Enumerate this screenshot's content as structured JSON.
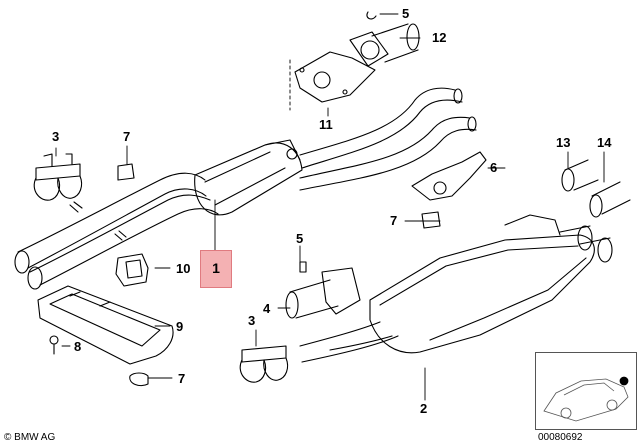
{
  "diagram": {
    "callouts": {
      "c1": "1",
      "c2": "2",
      "c3a": "3",
      "c3b": "3",
      "c4": "4",
      "c5a": "5",
      "c5b": "5",
      "c6": "6",
      "c7a": "7",
      "c7b": "7",
      "c7c": "7",
      "c8": "8",
      "c9": "9",
      "c10": "10",
      "c11": "11",
      "c12": "12",
      "c13": "13",
      "c14": "14"
    },
    "highlighted_part": "1",
    "copyright": "© BMW AG",
    "drawing_number": "00080692"
  },
  "colors": {
    "highlight_fill": "#f4b1b3",
    "line": "#000000"
  }
}
